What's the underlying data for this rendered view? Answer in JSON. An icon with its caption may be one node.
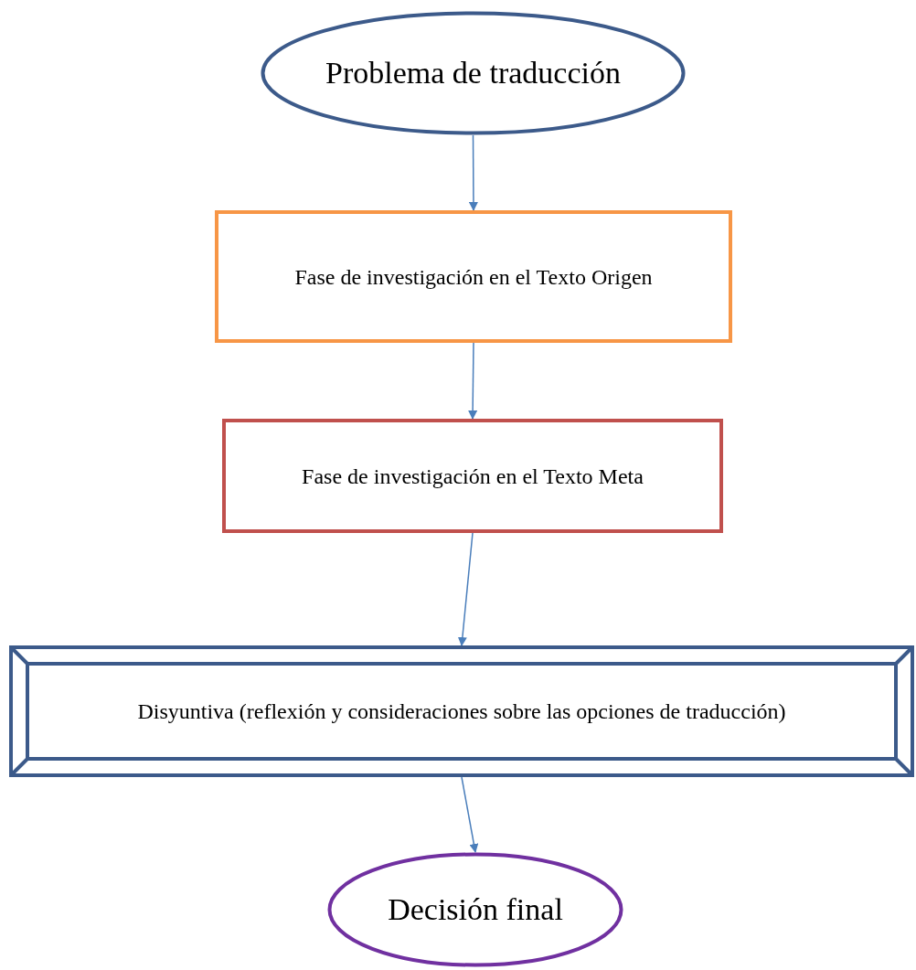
{
  "diagram": {
    "nodes": [
      {
        "text": [
          "Problema de traducción"
        ]
      },
      {
        "text": [
          "Fase de investigación en el Texto Origen"
        ]
      },
      {
        "text": [
          "Fase de investigación en el Texto Meta"
        ]
      },
      {
        "text": [
          "Disyuntiva (reflexión y consideraciones sobre las opciones de traducción)"
        ]
      },
      {
        "text": [
          "Decisión final"
        ]
      }
    ],
    "edges": [
      {
        "from": 0,
        "to": 1,
        "arrow": "to"
      },
      {
        "from": 1,
        "to": 2,
        "arrow": "to"
      },
      {
        "from": 2,
        "to": 3,
        "arrow": "to"
      },
      {
        "from": 3,
        "to": 4,
        "arrow": "to"
      }
    ]
  }
}
